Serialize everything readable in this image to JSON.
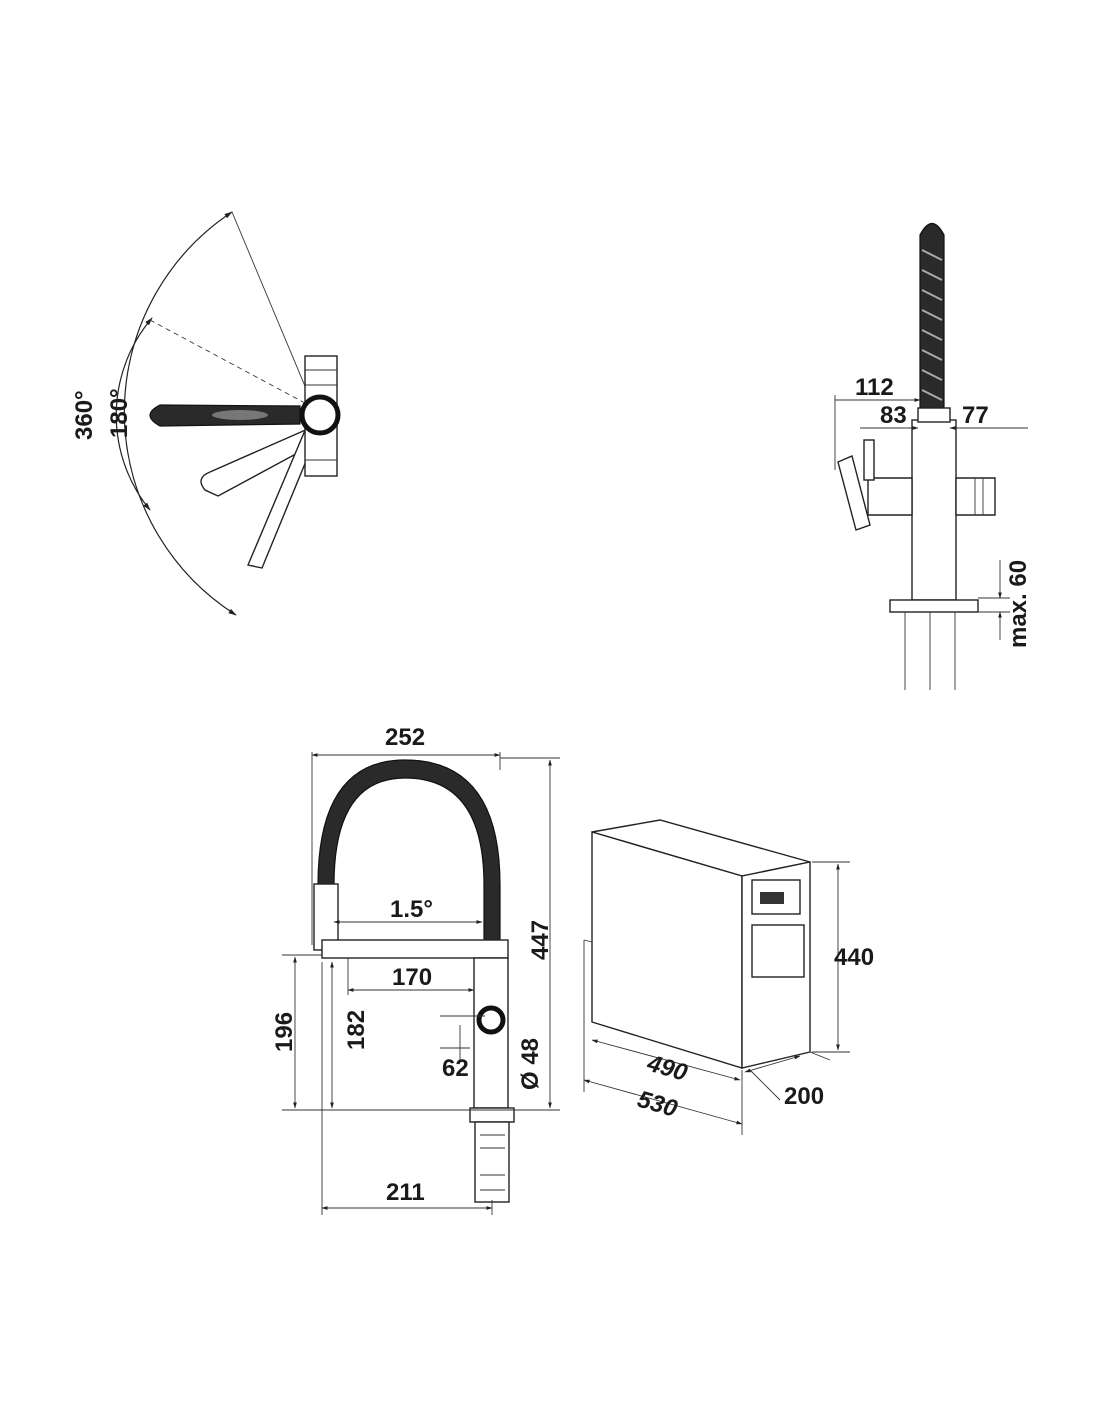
{
  "top_view": {
    "angle_outer": "360°",
    "angle_inner": "180°"
  },
  "side_view": {
    "dim_112": "112",
    "dim_83": "83",
    "dim_77": "77",
    "dim_max60": "max. 60"
  },
  "front_view": {
    "dim_252": "252",
    "dim_angle": "1.5°",
    "dim_170": "170",
    "dim_447": "447",
    "dim_196": "196",
    "dim_182": "182",
    "dim_62": "62",
    "dim_d48": "Ø 48",
    "dim_211": "211"
  },
  "boiler_view": {
    "dim_440": "440",
    "dim_490": "490",
    "dim_530": "530",
    "dim_200": "200"
  }
}
